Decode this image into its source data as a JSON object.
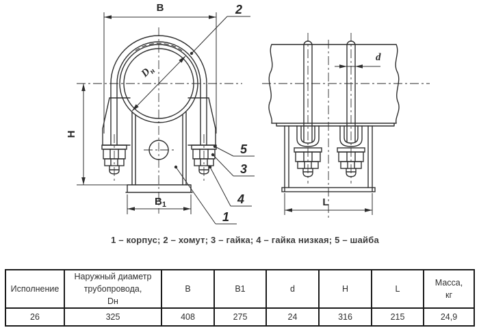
{
  "drawing": {
    "caption": "1 – корпус; 2 – хомут; 3 – гайка; 4 – гайка низкая; 5 – шайба",
    "dim_labels": {
      "B": "B",
      "B1_base": "B",
      "B1_sub": "1",
      "H": "H",
      "L": "L",
      "d": "d",
      "Dn_base": "D",
      "Dn_sub": "н"
    },
    "part_labels": {
      "p1": "1",
      "p2": "2",
      "p3": "3",
      "p4": "4",
      "p5": "5"
    }
  },
  "table": {
    "headers": [
      "Исполнение",
      "Наружный диаметр\nтрубопровода,\nDн",
      "B",
      "B1",
      "d",
      "H",
      "L",
      "Масса,\nкг"
    ],
    "row": [
      "26",
      "325",
      "408",
      "275",
      "24",
      "316",
      "215",
      "24,9"
    ]
  },
  "colors": {
    "line": "#2d2d2d",
    "text": "#2e2e2e",
    "table_border": "#1b1b1b",
    "background": "#ffffff"
  }
}
